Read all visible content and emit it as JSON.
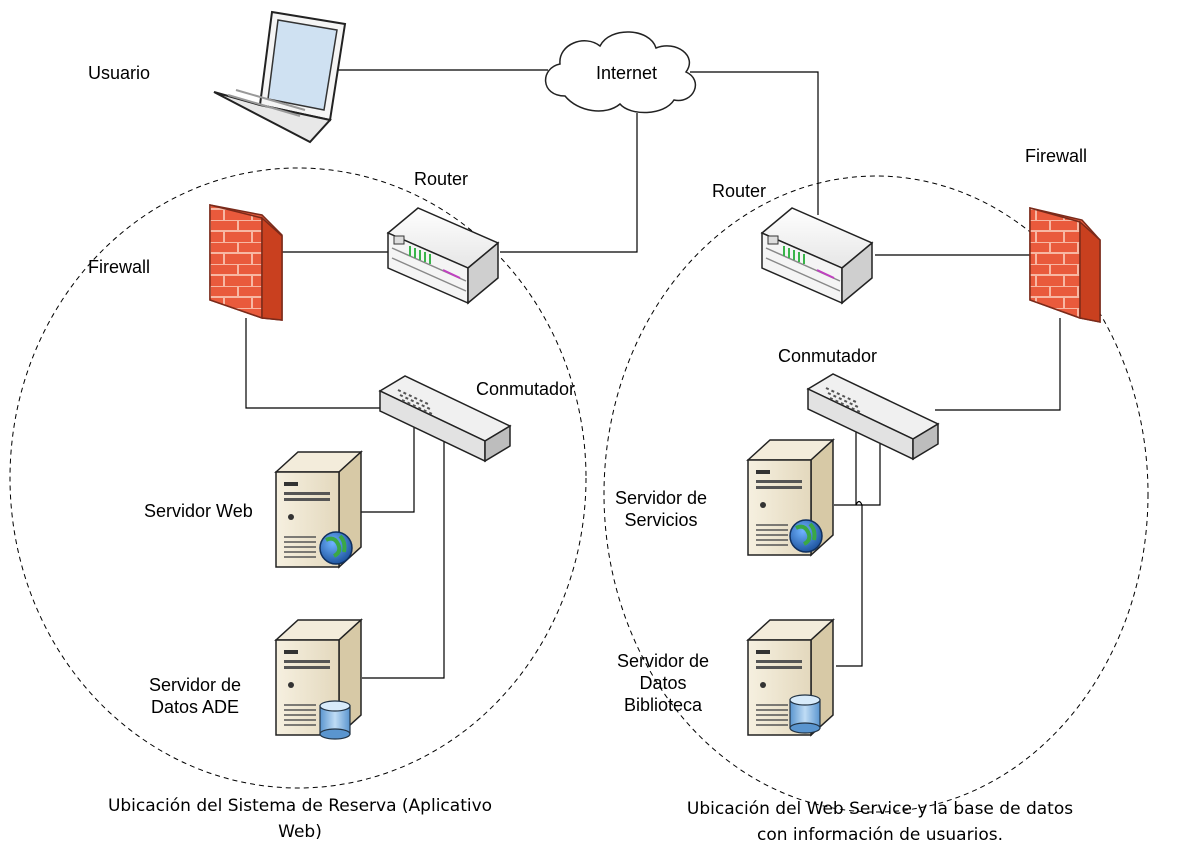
{
  "labels": {
    "usuario": "Usuario",
    "internet": "Internet",
    "router_left": "Router",
    "router_right": "Router",
    "firewall_left": "Firewall",
    "firewall_right": "Firewall",
    "switch_left": "Conmutador",
    "switch_right": "Conmutador",
    "server_web": "Servidor Web",
    "server_datos_ade_line1": "Servidor de",
    "server_datos_ade_line2": "Datos ADE",
    "server_servicios_line1": "Servidor de",
    "server_servicios_line2": "Servicios",
    "server_biblioteca_line1": "Servidor de",
    "server_biblioteca_line2": "Datos",
    "server_biblioteca_line3": "Biblioteca"
  },
  "captions": {
    "left_line1": "Ubicación del Sistema de Reserva (Aplicativo",
    "left_line2": "Web)",
    "right_line1": "Ubicación del Web Service y la base de datos",
    "right_line2": "con información de usuarios."
  },
  "colors": {
    "firewall": "#e8553a",
    "server_body": "#efe6d2",
    "globe": "#2f7fd0",
    "database": "#7fb3e3",
    "line": "#000000"
  },
  "icons": [
    "laptop-icon",
    "cloud-icon",
    "router-icon",
    "firewall-icon",
    "switch-icon",
    "web-server-icon",
    "database-server-icon"
  ]
}
